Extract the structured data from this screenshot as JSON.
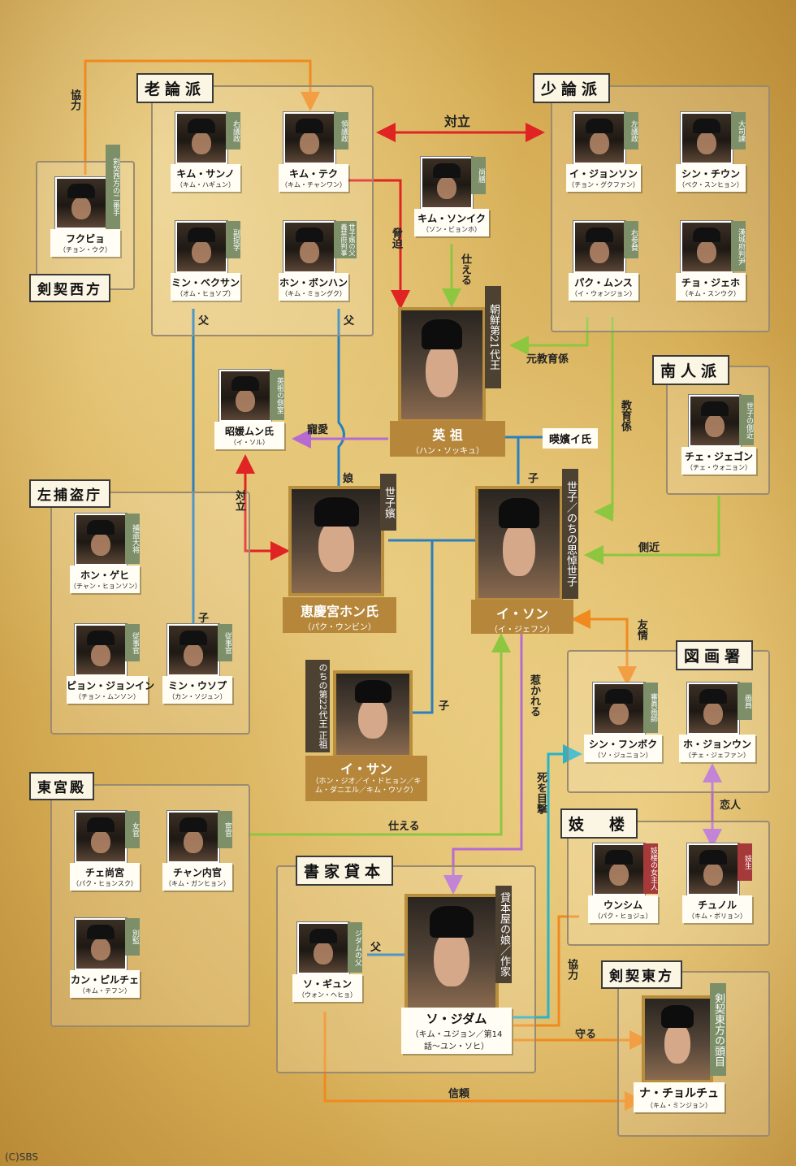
{
  "groups": {
    "roron": "老論派",
    "soron": "少論派",
    "kengei_west": "剣契西方",
    "nanjin": "南人派",
    "sahodocho": "左捕盗庁",
    "tohokaku": "図画署",
    "togu": "東宮殿",
    "kiro": "妓　楼",
    "shoka": "書家貸本",
    "kengei_east": "剣契東方"
  },
  "people": {
    "kim_sanno": {
      "role": "右議政",
      "name": "キム・サンノ",
      "actor": "（キム・ハギュン）"
    },
    "kim_teku": {
      "role": "領議政",
      "name": "キム・テク",
      "actor": "（キム・チャンワン）"
    },
    "min_bekusan": {
      "role": "副提学",
      "name": "ミン・ベクサン",
      "actor": "（オム・ヒョソプ）"
    },
    "hon_bonhan": {
      "role": "世子嬪の父 義禁府判事",
      "name": "ホン・ボンハン",
      "actor": "（キム・ミョングク）"
    },
    "fukupyo": {
      "role": "剣契西方の二番手",
      "name": "フクピョ",
      "actor": "（チョン・ウク）"
    },
    "kim_sonik": {
      "role": "尚膳",
      "name": "キム・ソンイク",
      "actor": "（ソン・ビョンホ）"
    },
    "lee_jonson": {
      "role": "左議政",
      "name": "イ・ジョンソン",
      "actor": "（チョン・グクファン）"
    },
    "shin_chiun": {
      "role": "大司諫",
      "name": "シン・チウン",
      "actor": "（ペク・スンヒョン）"
    },
    "paku_munsu": {
      "role": "右参賛",
      "name": "パク・ムンス",
      "actor": "（イ・ウォンジョン）"
    },
    "cho_jeho": {
      "role": "漢城府判尹",
      "name": "チョ・ジェホ",
      "actor": "（キム・スンウク）"
    },
    "chuwon": {
      "role": "英祖の側室",
      "name": "昭媛ムン氏",
      "actor": "（イ・ソル）"
    },
    "che_jegon": {
      "role": "世子の側近",
      "name": "チェ・ジェゴン",
      "actor": "（チェ・ウォニョン）"
    },
    "hon_gehi": {
      "role": "捕盗大将",
      "name": "ホン・ゲヒ",
      "actor": "（チャン・ヒョンソン）"
    },
    "pyon_jonin": {
      "role": "従事官",
      "name": "ピョン・ジョンイン",
      "actor": "（チョン・ムンソン）"
    },
    "min_usopu": {
      "role": "従事官",
      "name": "ミン・ウソプ",
      "actor": "（カン・ソジュン）"
    },
    "shin_funboku": {
      "role": "審眞画師",
      "name": "シン・フンボク",
      "actor": "（ソ・ジュニョン）"
    },
    "ho_jonun": {
      "role": "画員",
      "name": "ホ・ジョンウン",
      "actor": "（チェ・ジェファン）"
    },
    "che_shokyu": {
      "role": "女官",
      "name": "チェ尚宮",
      "actor": "（パク・ヒョンスク）"
    },
    "chan_naikan": {
      "role": "宦官",
      "name": "チャン内官",
      "actor": "（キム・ガンヒョン）"
    },
    "kan_pirche": {
      "role": "別監",
      "name": "カン・ピルチェ",
      "actor": "（キム・テフン）"
    },
    "unshimu": {
      "role": "妓楼の女主人",
      "name": "ウンシム",
      "actor": "（パク・ヒョジュ）"
    },
    "chunoru": {
      "role": "妓生",
      "name": "チュノル",
      "actor": "（キム・ボリョン）"
    },
    "so_gyun": {
      "role": "ジダムの父",
      "name": "ソ・ギュン",
      "actor": "（ウォン・ヘヒョ）"
    }
  },
  "mains": {
    "eiso": {
      "role": "朝鮮第21代王",
      "name": "英 祖",
      "actor": "（ハン・ソッキュ）"
    },
    "keikei": {
      "role": "世子嬪",
      "name": "恵慶宮ホン氏",
      "actor": "（パク・ウンビン）"
    },
    "lee_son": {
      "role": "世子／のちの思悼世子",
      "name": "イ・ソン",
      "actor": "（イ・ジェフン）"
    },
    "lee_san": {
      "role": "のちの第22代王 正祖",
      "name": "イ・サン",
      "actor": "（ホン・ジオ／イ・ドヒョン／キム・ダニエル／キム・ウソク）"
    },
    "so_jidamu": {
      "role": "貸本屋の娘／作家",
      "name": "ソ・ジダム",
      "actor": "（キム・ユジョン／第14話〜ユン・ソヒ）"
    },
    "na_chorchu": {
      "role": "剣契東方の頭目",
      "name": "ナ・チョルチュ",
      "actor": "（キム・ミンジョン）"
    }
  },
  "extra_box": "暎嬪イ氏",
  "labels": {
    "kyoryoku1": "協力",
    "tairitsu1": "対立",
    "kyohaku": "脅迫",
    "tsukaeru1": "仕える",
    "moto_kyoiku": "元教育係",
    "kyoikugakari": "教育係",
    "chichi1": "父",
    "chichi2": "父",
    "choai": "寵愛",
    "tairitsu2": "対立",
    "musume": "娘",
    "ko1": "子",
    "ko2": "子",
    "ko3": "子",
    "sokkin": "側近",
    "yujo": "友情",
    "hikareru": "惹かれる",
    "mokugeki": "死を目撃",
    "koibito": "恋人",
    "tsukaeru2": "仕える",
    "chichi3": "父",
    "kyoryoku2": "協力",
    "mamoru": "守る",
    "shinrai": "信頼"
  },
  "copyright": "(C)SBS",
  "colors": {
    "orange": "#f08a1e",
    "red": "#e02323",
    "green": "#8dc63f",
    "blue": "#2a7fbf",
    "purple": "#b56bcf",
    "teal": "#27b3c9"
  }
}
